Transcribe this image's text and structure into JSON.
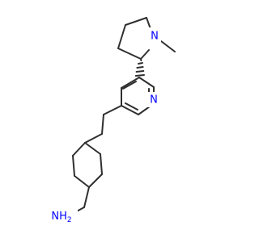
{
  "diagram": {
    "type": "chemical-structure",
    "colors": {
      "bond": "#2f2f2f",
      "nitrogen": "#0000ff",
      "background": "#ffffff"
    },
    "labels": {
      "pyrrolidine_n": "N",
      "pyridine_n": "N",
      "amine": "NH",
      "amine_subscript": "2"
    }
  }
}
